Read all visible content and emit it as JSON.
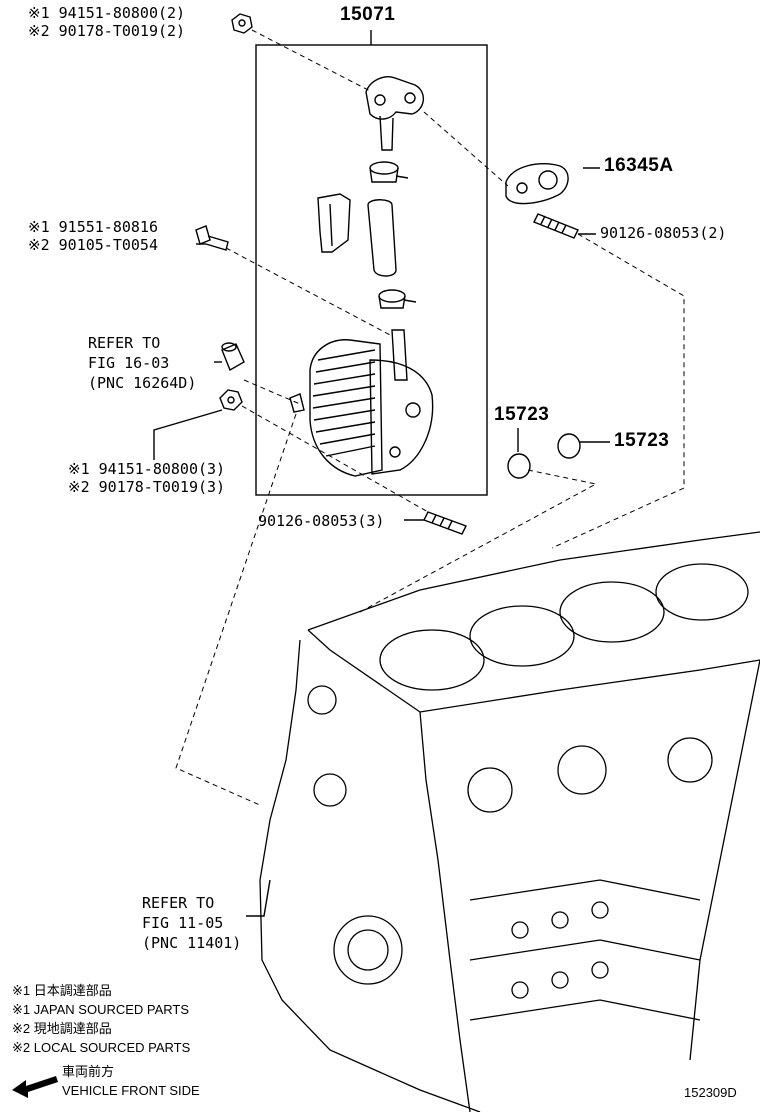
{
  "callouts": {
    "nut_top": [
      "※1 94151-80800(2)",
      "※2 90178-T0019(2)"
    ],
    "assy": "15071",
    "gasket": "16345A",
    "stud_right": "90126-08053(2)",
    "bolt": [
      "※1 91551-80816",
      "※2 90105-T0054"
    ],
    "refer_1603": [
      "REFER TO",
      "FIG 16-03",
      "(PNC 16264D)"
    ],
    "oring_a": "15723",
    "oring_b": "15723",
    "nut_lower": [
      "※1 94151-80800(3)",
      "※2 90178-T0019(3)"
    ],
    "stud_lower": "90126-08053(3)",
    "refer_1105": [
      "REFER TO",
      "FIG 11-05",
      "(PNC 11401)"
    ]
  },
  "legend": {
    "lines": [
      "※1 日本調達部品",
      "※1 JAPAN SOURCED PARTS",
      "※2 現地調達部品",
      "※2 LOCAL SOURCED PARTS"
    ],
    "front_jp": "車両前方",
    "front_en": "VEHICLE FRONT SIDE"
  },
  "diagram_id": "152309D"
}
